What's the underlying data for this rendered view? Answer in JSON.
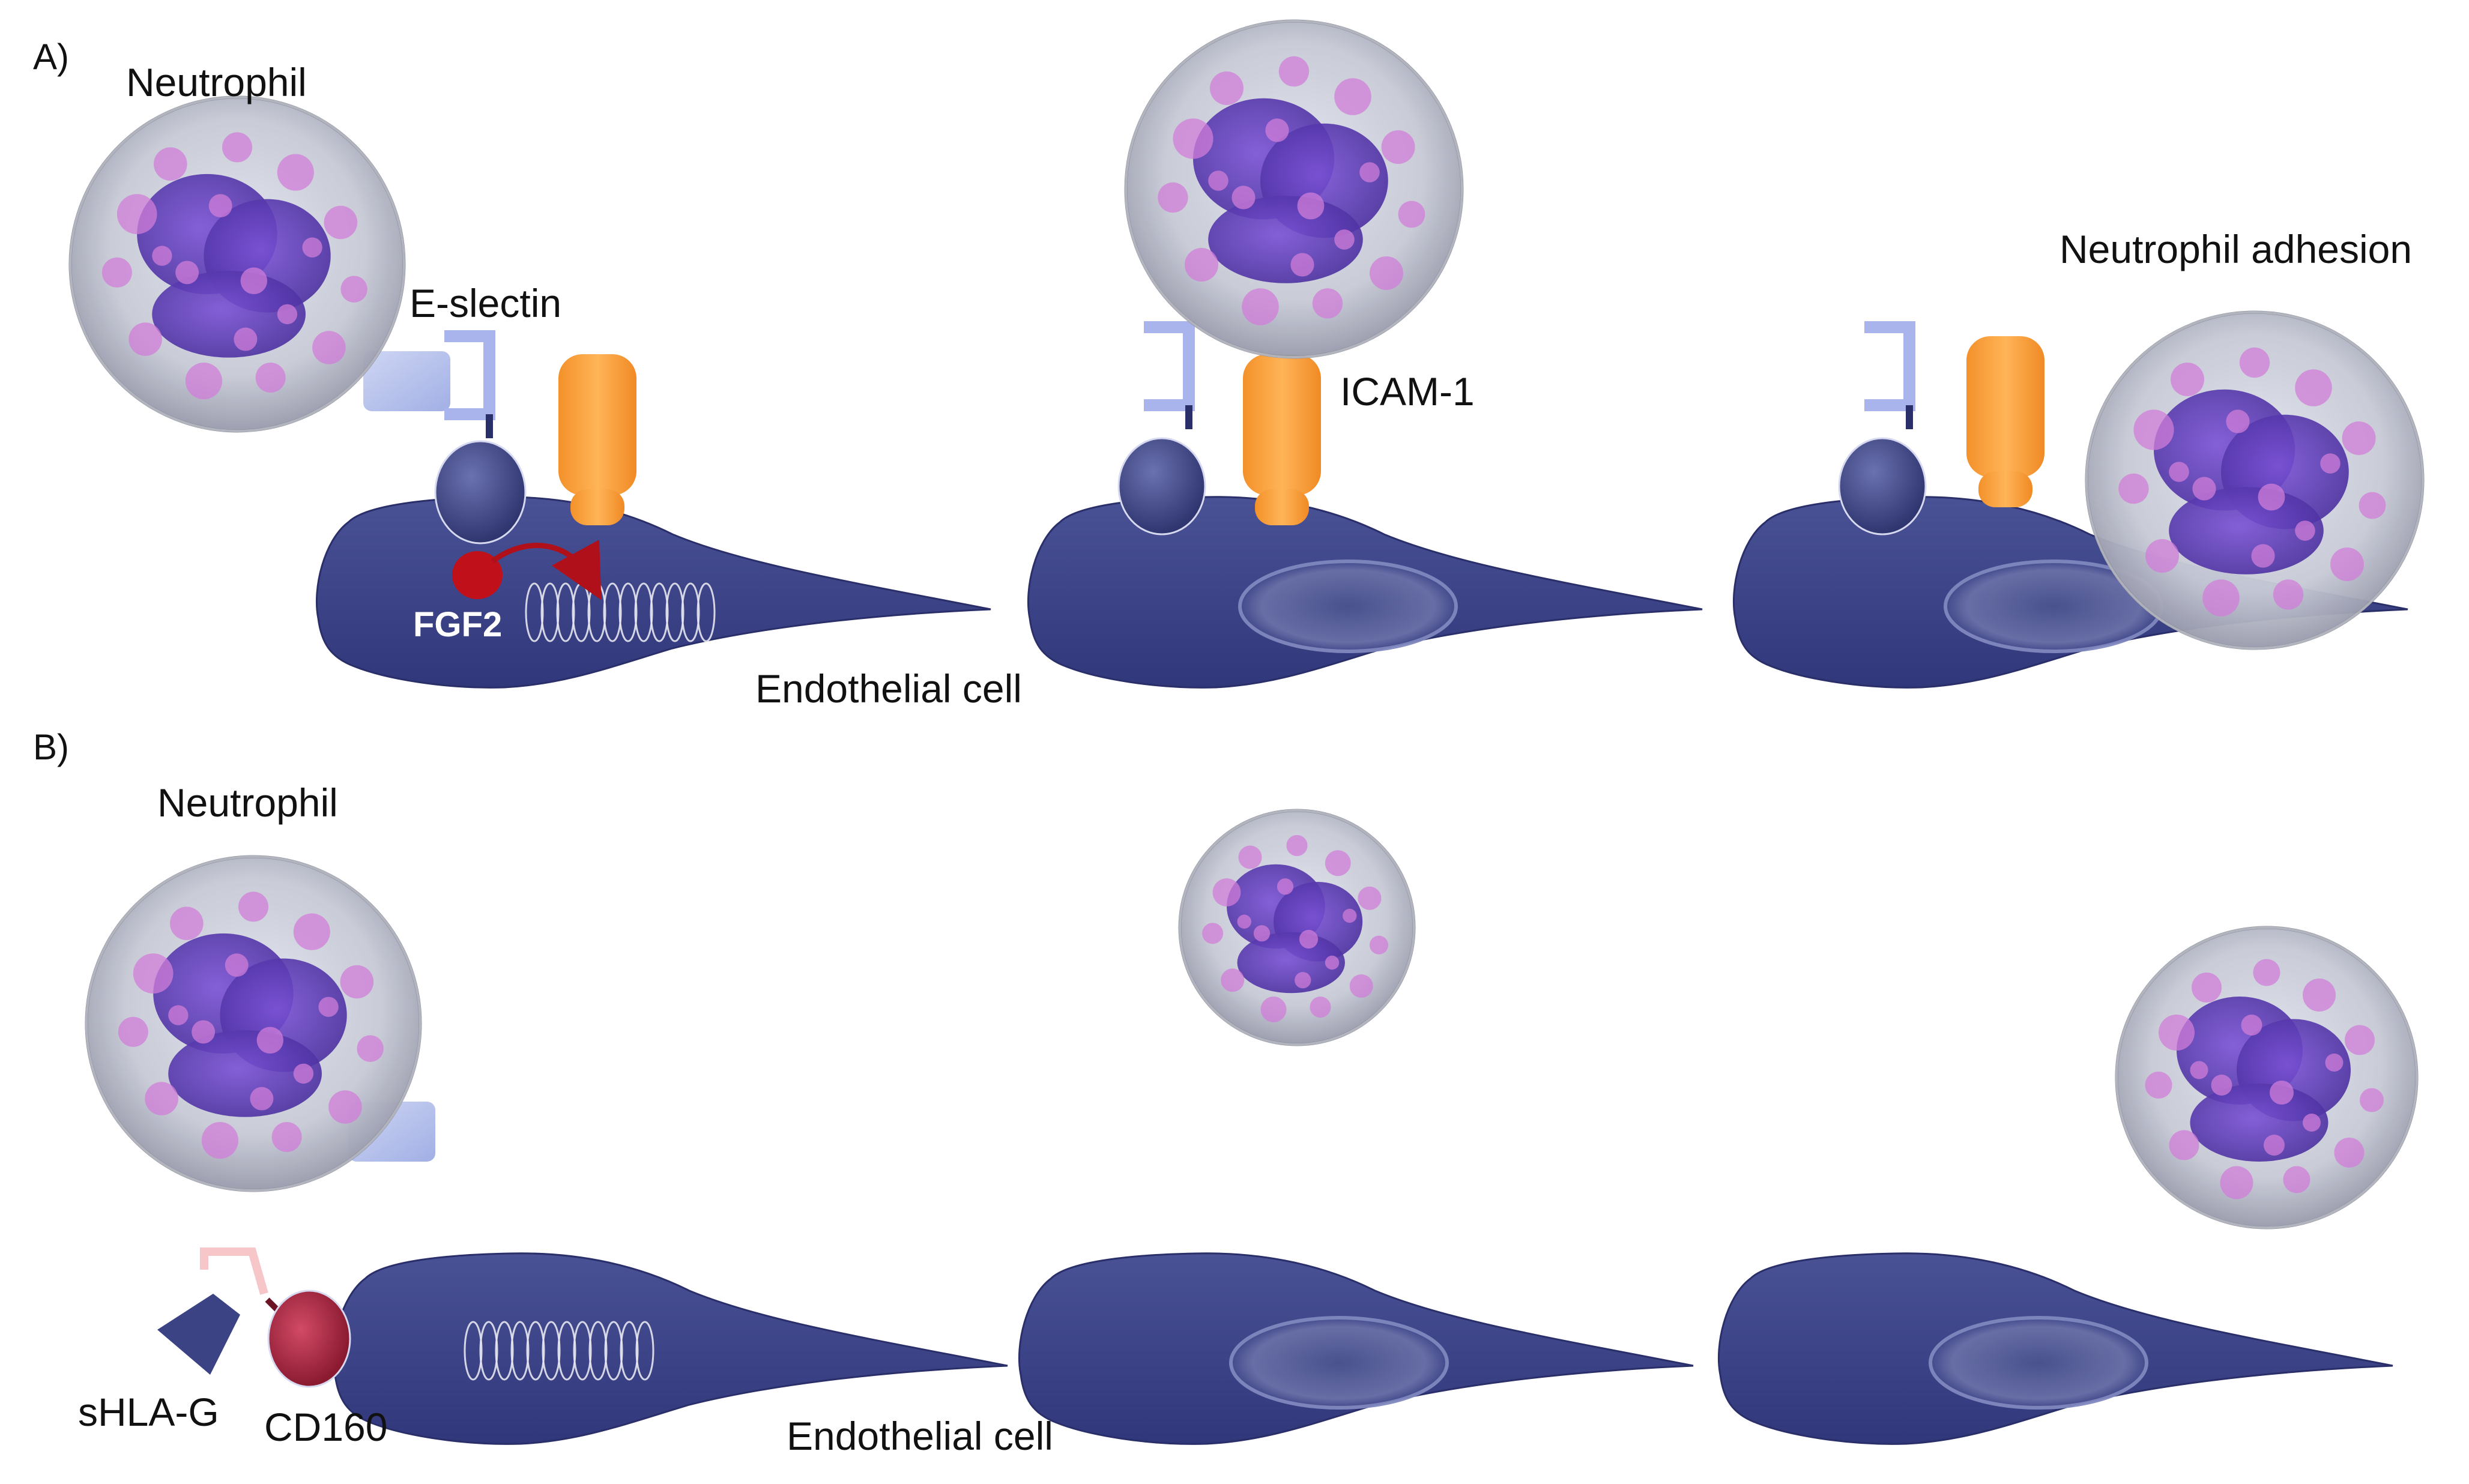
{
  "panels": {
    "a": {
      "panel_label": "A)",
      "neutrophil_label": "Neutrophil",
      "e_selectin_label": "E-slectin",
      "icam_label": "ICAM-1",
      "fgf2_label": "FGF2",
      "adhesion_label": "Neutrophil adhesion",
      "endothelial_label": "Endothelial cell"
    },
    "b": {
      "panel_label": "B)",
      "neutrophil_label": "Neutrophil",
      "shla_label": "sHLA-G",
      "cd160_label": "CD160",
      "endothelial_label": "Endothelial cell"
    }
  },
  "colors": {
    "endothelial": "#3b4384",
    "neutrophil_shell": "#c9c9d4",
    "neutrophil_nucleus": "#6b3fc4",
    "granule": "#d07ed8",
    "icam": "#f7a13c",
    "selectin": "#a9b4ec",
    "fgf2": "#c0101a",
    "cd160": "#a0203a",
    "shla": "#3b4384"
  }
}
